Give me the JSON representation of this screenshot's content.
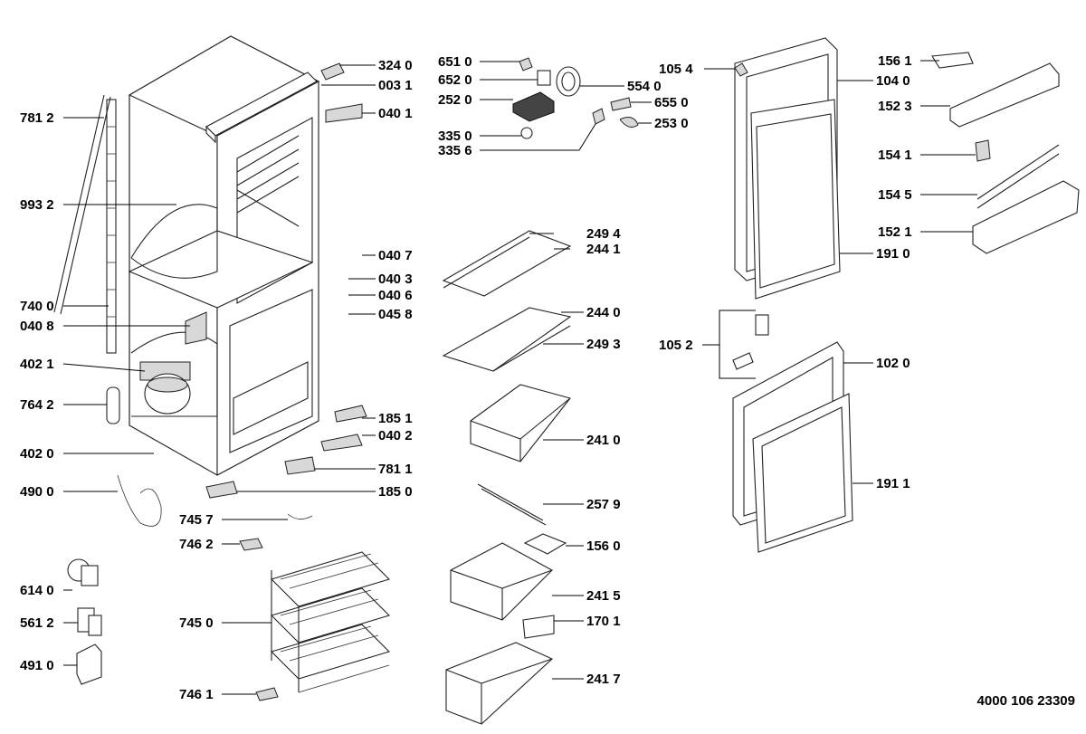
{
  "document_id": "4000 106 23309",
  "labels": {
    "l3240": "324 0",
    "l0031": "003 1",
    "l0401": "040 1",
    "l7812": "781 2",
    "l9932": "993 2",
    "l0407": "040 7",
    "l0403": "040 3",
    "l0406": "040 6",
    "l0458": "045 8",
    "l7400": "740 0",
    "l0408": "040 8",
    "l4021": "402 1",
    "l7642": "764 2",
    "l4020": "402 0",
    "l1851": "185 1",
    "l0402": "040 2",
    "l7811": "781 1",
    "l4900": "490 0",
    "l1850": "185 0",
    "l7457": "745 7",
    "l7462": "746 2",
    "l6140": "614 0",
    "l5612": "561 2",
    "l7450": "745 0",
    "l4910": "491 0",
    "l7461": "746 1",
    "l6510": "651 0",
    "l6520": "652 0",
    "l2520": "252 0",
    "l3350": "335 0",
    "l3356": "335 6",
    "l5540": "554 0",
    "l6550": "655 0",
    "l2530": "253 0",
    "l2494": "249 4",
    "l2441": "244 1",
    "l2440": "244 0",
    "l2493": "249 3",
    "l2410": "241 0",
    "l2579": "257 9",
    "l1560": "156 0",
    "l2415": "241 5",
    "l1701": "170 1",
    "l2417": "241 7",
    "l1054": "105 4",
    "l1040": "104 0",
    "l1910": "191 0",
    "l1052": "105 2",
    "l1020": "102 0",
    "l1911": "191 1",
    "l1561": "156 1",
    "l1523": "152 3",
    "l1541": "154 1",
    "l1545": "154 5",
    "l1521": "152 1"
  }
}
